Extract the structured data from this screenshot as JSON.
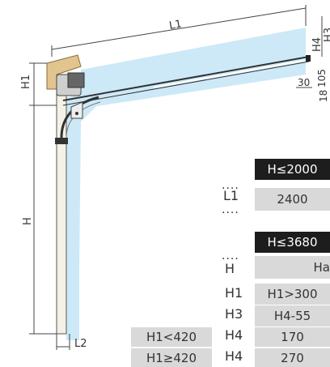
{
  "dimensions": {
    "L1": "L1",
    "H": "H",
    "H1": "H1",
    "H3": "H3",
    "H4": "H4",
    "L2": "L2",
    "d30": "30",
    "d105": "105",
    "d18": "18"
  },
  "table1": {
    "header": "H≤2000",
    "row_label": "L1",
    "value": "2400"
  },
  "table2": {
    "header": "H≤3680",
    "rows": [
      {
        "cond": "",
        "label": "H",
        "value": "Ha"
      },
      {
        "cond": "",
        "label": "H1",
        "value": "H1>300"
      },
      {
        "cond": "",
        "label": "H3",
        "value": "H4-55"
      },
      {
        "cond": "H1<420",
        "label": "H4",
        "value": "170"
      },
      {
        "cond": "H1≥420",
        "label": "H4",
        "value": "270"
      }
    ]
  },
  "colors": {
    "accent_blue": "#cde9f7",
    "header_black": "#1d1d1d",
    "cell_grey": "#d9d9d9",
    "wood": "#e2c48f"
  }
}
